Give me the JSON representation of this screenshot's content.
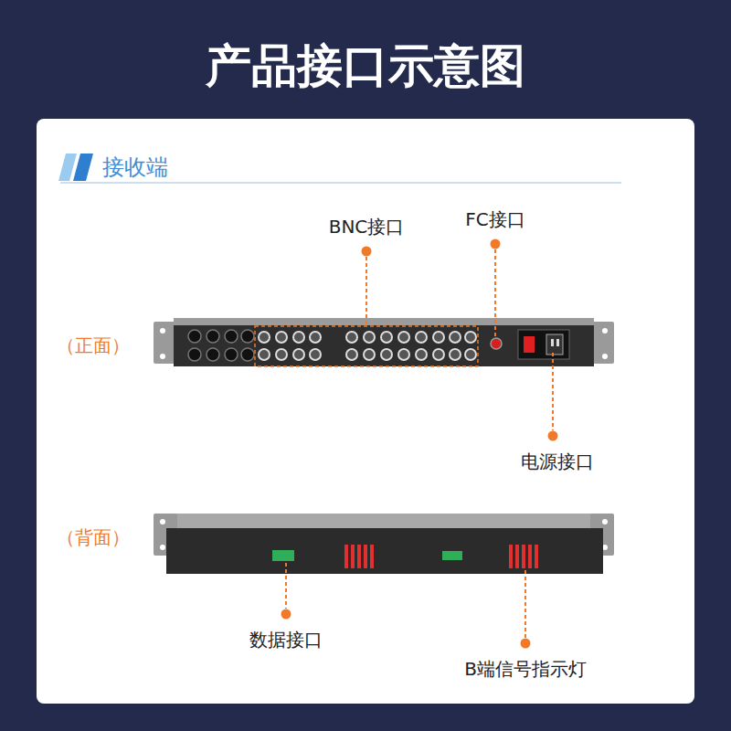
{
  "diagram": {
    "title": "产品接口示意图",
    "labels": [
      "接收端",
      "BNC接口",
      "FC接口",
      "（正面）",
      "电源接口",
      "（背面）",
      "数据接口",
      "B端信号指示灯"
    ]
  }
}
